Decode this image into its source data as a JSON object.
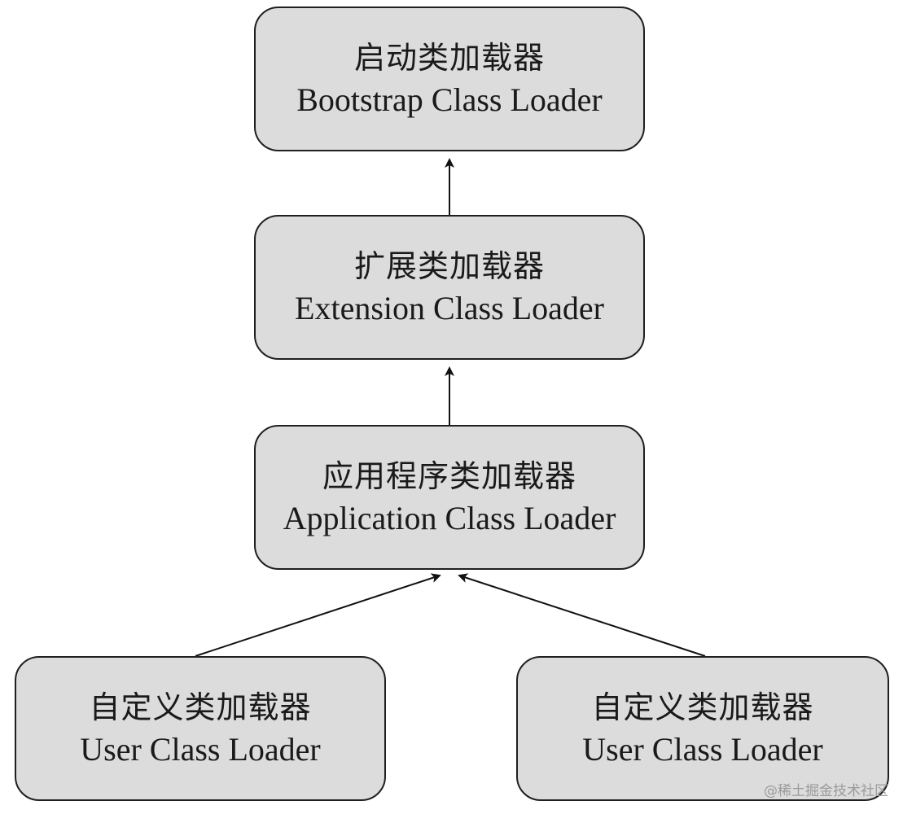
{
  "diagram": {
    "nodes": {
      "bootstrap": {
        "zh": "启动类加载器",
        "en": "Bootstrap Class Loader"
      },
      "extension": {
        "zh": "扩展类加载器",
        "en": "Extension Class Loader"
      },
      "application": {
        "zh": "应用程序类加载器",
        "en": "Application Class Loader"
      },
      "user_1": {
        "zh": "自定义类加载器",
        "en": "User Class Loader"
      },
      "user_2": {
        "zh": "自定义类加载器",
        "en": "User Class Loader"
      }
    },
    "edges": [
      {
        "from": "extension",
        "to": "bootstrap"
      },
      {
        "from": "application",
        "to": "extension"
      },
      {
        "from": "user_1",
        "to": "application"
      },
      {
        "from": "user_2",
        "to": "application"
      }
    ]
  },
  "watermark": "@稀土掘金技术社区"
}
